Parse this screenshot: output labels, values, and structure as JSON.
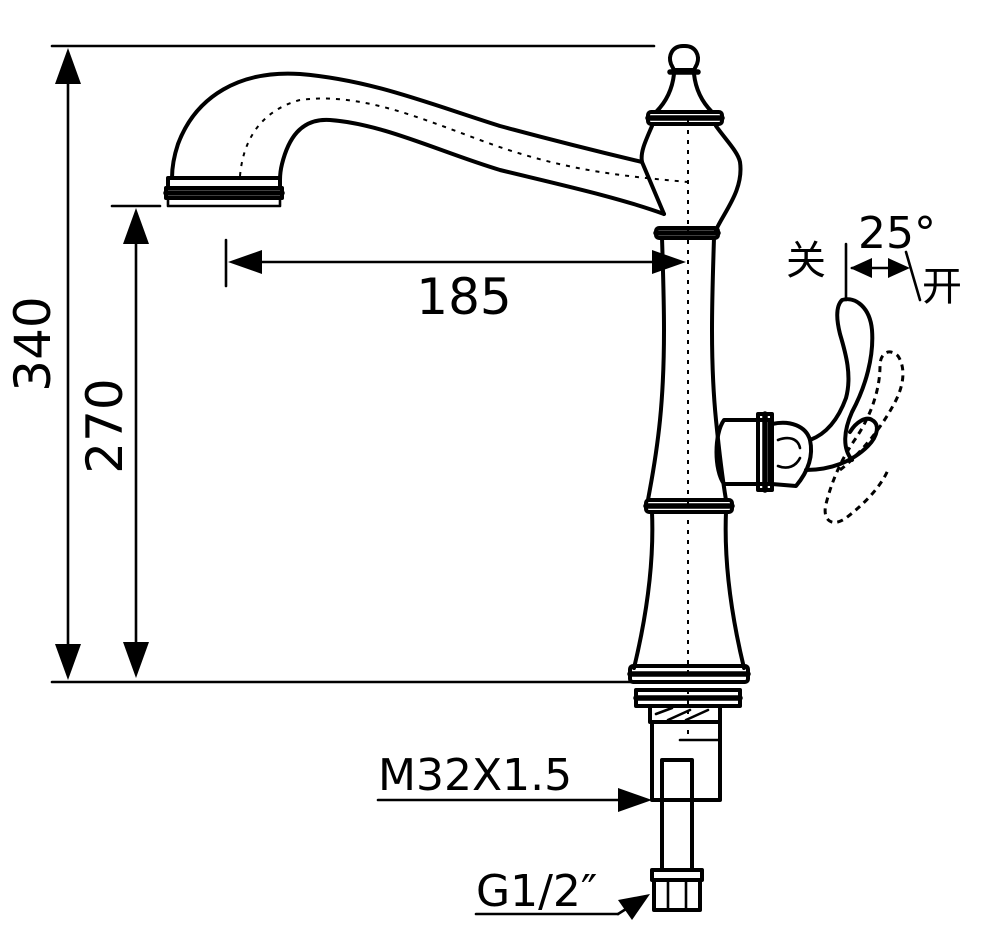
{
  "dimensions": {
    "overall_height": "340",
    "spout_height": "270",
    "spout_reach": "185"
  },
  "callouts": {
    "mount_thread": "M32X1.5",
    "inlet_thread": "G1/2″"
  },
  "handle": {
    "closed_label": "关",
    "open_label": "开",
    "rotation_angle": "25°"
  }
}
